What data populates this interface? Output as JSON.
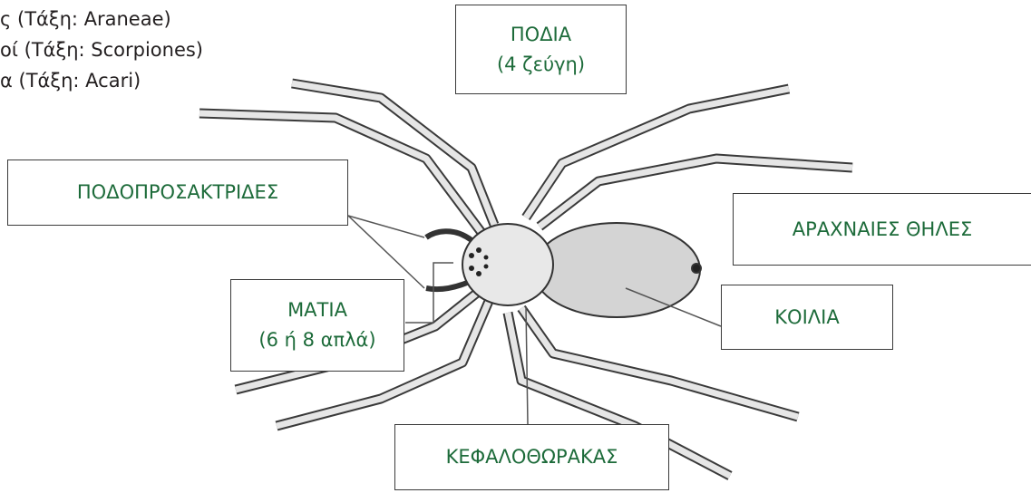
{
  "orders_list": {
    "items": [
      "ς (Τάξη: Araneae)",
      "οί (Τάξη: Scorpiones)",
      "α (Τάξη: Acari)"
    ]
  },
  "labels": {
    "legs": {
      "line1": "ΠΟΔΙΑ",
      "line2": "(4 ζεύγη)"
    },
    "pedipalps": "ΠΟΔΟΠΡΟΣΑΚΤΡΙΔΕΣ",
    "spinnerets": "ΑΡΑΧΝΑΙΕΣ ΘΗΛΕΣ",
    "eyes": {
      "line1": "ΜΑΤΙΑ",
      "line2": "(6 ή 8 απλά)"
    },
    "abdomen": "ΚΟΙΛΙΑ",
    "cephalothorax": "ΚΕΦΑΛΟΘΩΡΑΚΑΣ"
  },
  "colors": {
    "label_text": "#1d6b3a",
    "box_border": "#3a3a3a",
    "body_text": "#231f20"
  }
}
